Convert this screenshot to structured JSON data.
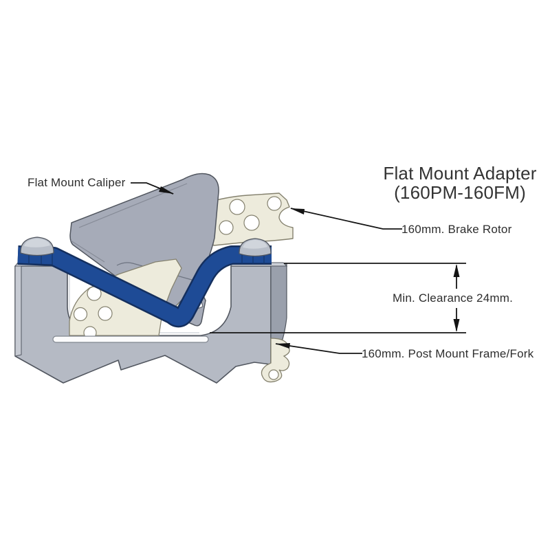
{
  "title": {
    "line1": "Flat Mount Adapter",
    "line2": "(160PM-160FM)"
  },
  "labels": {
    "caliper": "Flat Mount Caliper",
    "brake_rotor": "160mm. Brake Rotor",
    "clearance": "Min. Clearance 24mm.",
    "post_mount": "160mm. Post Mount Frame/Fork"
  },
  "diagram": {
    "clearance_mm": 24,
    "rotor_size_mm": 160,
    "adapter_model": "160PM-160FM",
    "parts": [
      "Flat Mount Caliper",
      "160mm. Brake Rotor",
      "Flat Mount Adapter (160PM-160FM)",
      "160mm. Post Mount Frame/Fork"
    ]
  },
  "colors": {
    "adapter_blue": "#1e4b96",
    "adapter_blue_outline": "#142f5e",
    "caliper_grey": "#a6abb8",
    "frame_grey": "#b5bac4",
    "frame_side_grey": "#9aa0ac",
    "rotor_cream": "#edebdc",
    "part_outline": "#51565f",
    "annotation_black": "#141414",
    "background": "#ffffff"
  }
}
